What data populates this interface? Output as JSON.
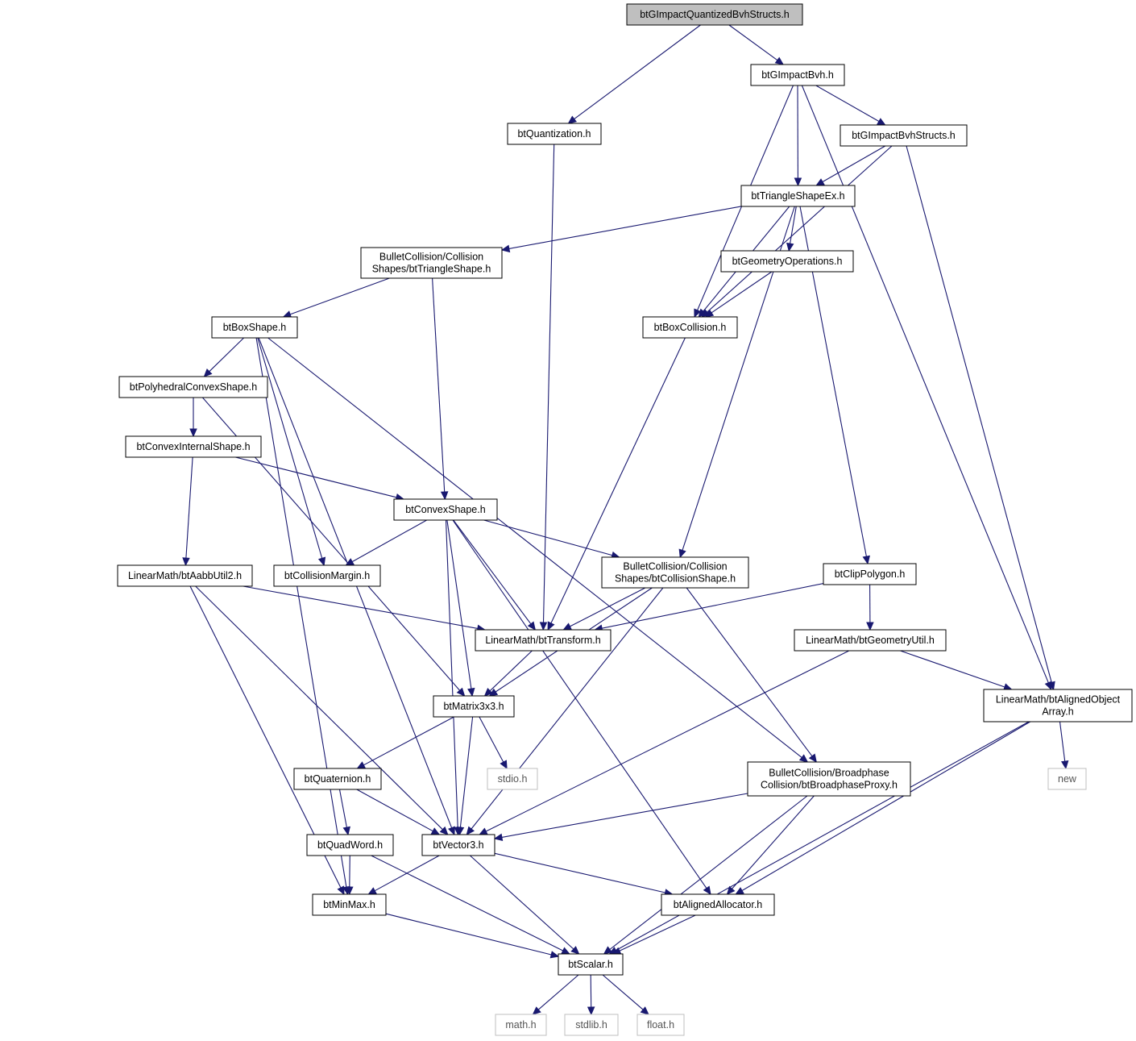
{
  "colors": {
    "edge": "#191970",
    "root_fill": "#bfbfbf",
    "external_border": "#bfbfbf",
    "node_border": "#000000"
  },
  "nodes": [
    {
      "id": "root",
      "lines": [
        "btGImpactQuantizedBvhStructs.h"
      ],
      "style": "root"
    },
    {
      "id": "quant",
      "lines": [
        "btQuantization.h"
      ]
    },
    {
      "id": "gibvh",
      "lines": [
        "btGImpactBvh.h"
      ]
    },
    {
      "id": "gibvhs",
      "lines": [
        "btGImpactBvhStructs.h"
      ]
    },
    {
      "id": "trishapeex",
      "lines": [
        "btTriangleShapeEx.h"
      ]
    },
    {
      "id": "tri",
      "lines": [
        "BulletCollision/Collision",
        "Shapes/btTriangleShape.h"
      ]
    },
    {
      "id": "geomops",
      "lines": [
        "btGeometryOperations.h"
      ]
    },
    {
      "id": "boxcoll",
      "lines": [
        "btBoxCollision.h"
      ]
    },
    {
      "id": "boxshape",
      "lines": [
        "btBoxShape.h"
      ]
    },
    {
      "id": "polyconv",
      "lines": [
        "btPolyhedralConvexShape.h"
      ]
    },
    {
      "id": "convint",
      "lines": [
        "btConvexInternalShape.h"
      ]
    },
    {
      "id": "convex",
      "lines": [
        "btConvexShape.h"
      ]
    },
    {
      "id": "aabb",
      "lines": [
        "LinearMath/btAabbUtil2.h"
      ]
    },
    {
      "id": "margin",
      "lines": [
        "btCollisionMargin.h"
      ]
    },
    {
      "id": "collshape",
      "lines": [
        "BulletCollision/Collision",
        "Shapes/btCollisionShape.h"
      ]
    },
    {
      "id": "clip",
      "lines": [
        "btClipPolygon.h"
      ]
    },
    {
      "id": "transform",
      "lines": [
        "LinearMath/btTransform.h"
      ]
    },
    {
      "id": "geomutil",
      "lines": [
        "LinearMath/btGeometryUtil.h"
      ]
    },
    {
      "id": "alignedarr",
      "lines": [
        "LinearMath/btAlignedObject",
        "Array.h"
      ]
    },
    {
      "id": "matrix",
      "lines": [
        "btMatrix3x3.h"
      ]
    },
    {
      "id": "bproxy",
      "lines": [
        "BulletCollision/Broadphase",
        "Collision/btBroadphaseProxy.h"
      ]
    },
    {
      "id": "stdio",
      "lines": [
        "stdio.h"
      ],
      "style": "ext"
    },
    {
      "id": "new",
      "lines": [
        "new"
      ],
      "style": "ext"
    },
    {
      "id": "quat",
      "lines": [
        "btQuaternion.h"
      ]
    },
    {
      "id": "quadword",
      "lines": [
        "btQuadWord.h"
      ]
    },
    {
      "id": "vector3",
      "lines": [
        "btVector3.h"
      ]
    },
    {
      "id": "minmax",
      "lines": [
        "btMinMax.h"
      ]
    },
    {
      "id": "alignedalloc",
      "lines": [
        "btAlignedAllocator.h"
      ]
    },
    {
      "id": "scalar",
      "lines": [
        "btScalar.h"
      ]
    },
    {
      "id": "math",
      "lines": [
        "math.h"
      ],
      "style": "ext"
    },
    {
      "id": "stdlib",
      "lines": [
        "stdlib.h"
      ],
      "style": "ext"
    },
    {
      "id": "float",
      "lines": [
        "float.h"
      ],
      "style": "ext"
    }
  ],
  "edges": [
    [
      "root",
      "quant"
    ],
    [
      "root",
      "gibvh"
    ],
    [
      "gibvh",
      "gibvhs"
    ],
    [
      "gibvh",
      "trishapeex"
    ],
    [
      "gibvh",
      "boxcoll"
    ],
    [
      "gibvh",
      "alignedarr"
    ],
    [
      "gibvhs",
      "trishapeex"
    ],
    [
      "gibvhs",
      "boxcoll"
    ],
    [
      "gibvhs",
      "alignedarr"
    ],
    [
      "quant",
      "transform"
    ],
    [
      "trishapeex",
      "tri"
    ],
    [
      "trishapeex",
      "geomops"
    ],
    [
      "trishapeex",
      "boxcoll"
    ],
    [
      "trishapeex",
      "collshape"
    ],
    [
      "trishapeex",
      "clip"
    ],
    [
      "geomops",
      "boxcoll"
    ],
    [
      "tri",
      "boxshape"
    ],
    [
      "tri",
      "convex"
    ],
    [
      "boxcoll",
      "transform"
    ],
    [
      "boxshape",
      "polyconv"
    ],
    [
      "boxshape",
      "margin"
    ],
    [
      "boxshape",
      "bproxy"
    ],
    [
      "boxshape",
      "vector3"
    ],
    [
      "boxshape",
      "minmax"
    ],
    [
      "polyconv",
      "convint"
    ],
    [
      "polyconv",
      "matrix"
    ],
    [
      "convint",
      "convex"
    ],
    [
      "convint",
      "aabb"
    ],
    [
      "convex",
      "margin"
    ],
    [
      "convex",
      "collshape"
    ],
    [
      "convex",
      "transform"
    ],
    [
      "convex",
      "matrix"
    ],
    [
      "convex",
      "vector3"
    ],
    [
      "convex",
      "alignedalloc"
    ],
    [
      "aabb",
      "transform"
    ],
    [
      "aabb",
      "vector3"
    ],
    [
      "aabb",
      "minmax"
    ],
    [
      "collshape",
      "transform"
    ],
    [
      "collshape",
      "matrix"
    ],
    [
      "collshape",
      "vector3"
    ],
    [
      "collshape",
      "bproxy"
    ],
    [
      "clip",
      "transform"
    ],
    [
      "clip",
      "geomutil"
    ],
    [
      "geomutil",
      "vector3"
    ],
    [
      "geomutil",
      "alignedarr"
    ],
    [
      "transform",
      "matrix"
    ],
    [
      "alignedarr",
      "new"
    ],
    [
      "alignedarr",
      "alignedalloc"
    ],
    [
      "alignedarr",
      "scalar"
    ],
    [
      "matrix",
      "quat"
    ],
    [
      "matrix",
      "vector3"
    ],
    [
      "matrix",
      "stdio"
    ],
    [
      "bproxy",
      "vector3"
    ],
    [
      "bproxy",
      "alignedalloc"
    ],
    [
      "bproxy",
      "scalar"
    ],
    [
      "quat",
      "quadword"
    ],
    [
      "quat",
      "vector3"
    ],
    [
      "quadword",
      "minmax"
    ],
    [
      "quadword",
      "scalar"
    ],
    [
      "vector3",
      "minmax"
    ],
    [
      "vector3",
      "scalar"
    ],
    [
      "vector3",
      "alignedalloc"
    ],
    [
      "minmax",
      "scalar"
    ],
    [
      "alignedalloc",
      "scalar"
    ],
    [
      "scalar",
      "math"
    ],
    [
      "scalar",
      "stdlib"
    ],
    [
      "scalar",
      "float"
    ]
  ]
}
